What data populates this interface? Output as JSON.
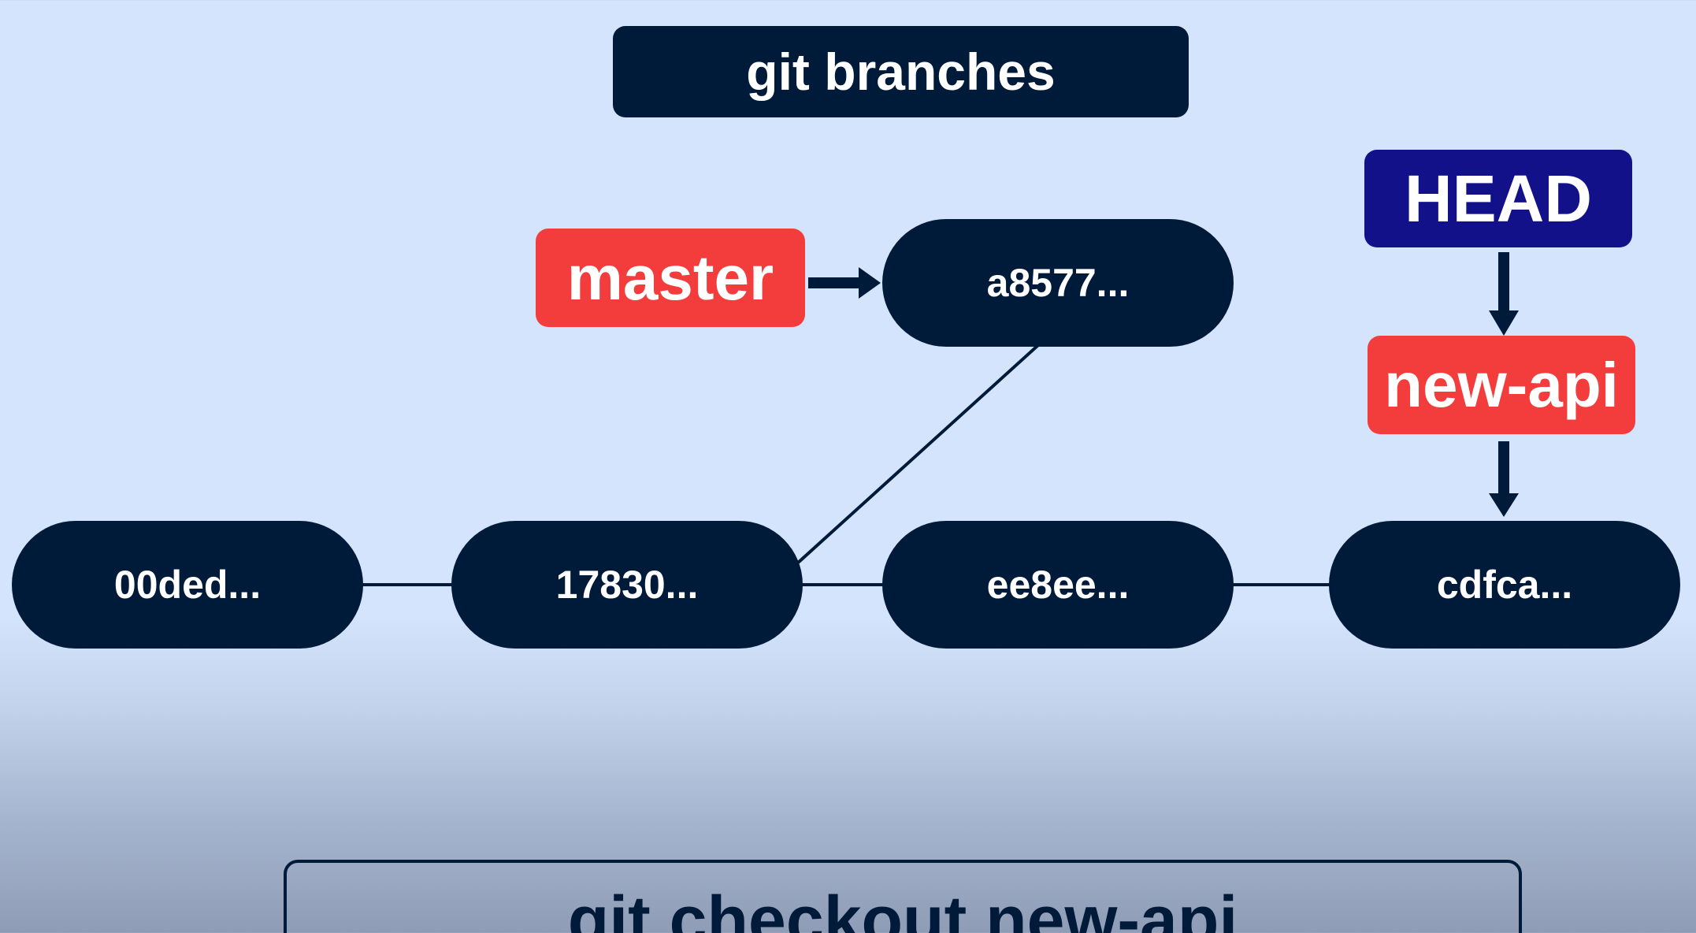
{
  "title": "git branches",
  "commits": {
    "c1": "00ded...",
    "c2": "17830...",
    "c3": "ee8ee...",
    "c4": "cdfca...",
    "c5": "a8577..."
  },
  "branches": {
    "master": "master",
    "new_api": "new-api"
  },
  "head": "HEAD",
  "command": "git checkout new-api",
  "colors": {
    "navy": "#001a3a",
    "branch_red": "#f33d3d",
    "head_blue": "#13118a",
    "background": "#d3e4fc"
  }
}
